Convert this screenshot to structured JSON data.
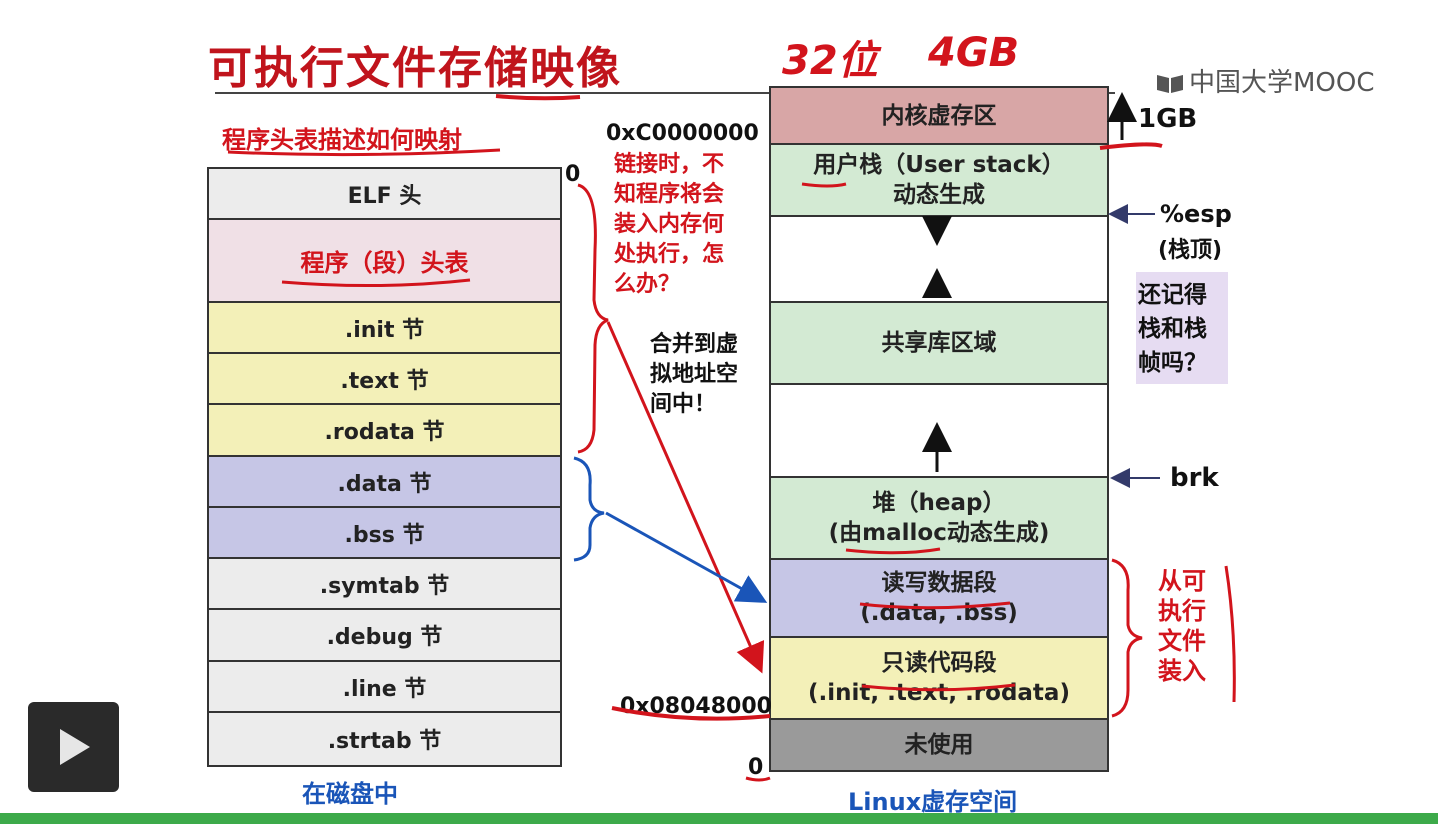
{
  "slide": {
    "title": "可执行文件存储映像",
    "scribble_bits": "32位",
    "scribble_size": "4GB",
    "logo_text": "中国大学MOOC",
    "subtitle_note": "程序头表描述如何映射",
    "disk_caption": "在磁盘中",
    "mem_caption": "Linux虚存空间"
  },
  "elf_sections": [
    {
      "label": "ELF 头",
      "color": "#ececec",
      "height": 51
    },
    {
      "label": "程序（段）头表",
      "color": "#f0e0e6",
      "height": 83,
      "red": true
    },
    {
      "label": ".init 节",
      "color": "#f3f0b8",
      "height": 51
    },
    {
      "label": ".text 节",
      "color": "#f3f0b8",
      "height": 51
    },
    {
      "label": ".rodata 节",
      "color": "#f3f0b8",
      "height": 52
    },
    {
      "label": ".data 节",
      "color": "#c6c6e6",
      "height": 51
    },
    {
      "label": ".bss 节",
      "color": "#c6c6e6",
      "height": 51
    },
    {
      "label": ".symtab 节",
      "color": "#ececec",
      "height": 51
    },
    {
      "label": ".debug 节",
      "color": "#ececec",
      "height": 52
    },
    {
      "label": ".line 节",
      "color": "#ececec",
      "height": 51
    },
    {
      "label": ".strtab 节",
      "color": "#ececec",
      "height": 52
    }
  ],
  "mem_regions": [
    {
      "line1": "内核虚存区",
      "line2": "",
      "color": "#d8a6a6",
      "height": 57
    },
    {
      "line1": "用户栈（User stack）",
      "line2": "动态生成",
      "color": "#d3ead3",
      "height": 72
    },
    {
      "line1": "",
      "line2": "",
      "color": "#ffffff",
      "height": 86
    },
    {
      "line1": "共享库区域",
      "line2": "",
      "color": "#d3ead3",
      "height": 82
    },
    {
      "line1": "",
      "line2": "",
      "color": "#ffffff",
      "height": 93
    },
    {
      "line1": "堆（heap）",
      "line2": "(由malloc动态生成)",
      "color": "#d3ead3",
      "height": 82
    },
    {
      "line1": "读写数据段",
      "line2": "(.data, .bss)",
      "color": "#c6c6e6",
      "height": 78
    },
    {
      "line1": "只读代码段",
      "line2": "(.init, .text, .rodata)",
      "color": "#f3f0b8",
      "height": 82
    },
    {
      "line1": "未使用",
      "line2": "",
      "color": "#9a9a9a",
      "height": 50
    }
  ],
  "labels": {
    "addr_kernel": "0xC0000000",
    "addr_text": "0x08048000",
    "zero_disk": "0",
    "zero_mem": "0",
    "one_gb": "1GB",
    "esp": "%esp",
    "esp_note": "(栈顶)",
    "brk": "brk",
    "link_note": [
      "链接时，不",
      "知程序将会",
      "装入内存何",
      "处执行，怎",
      "么办？"
    ],
    "merge_note": [
      "合并到虚",
      "拟地址空",
      "间中！"
    ],
    "load_note": [
      "从可",
      "执行",
      "文件",
      "装入"
    ],
    "remember_note": [
      "还记得",
      "栈和栈",
      "帧吗？"
    ]
  },
  "colors": {
    "accent_red": "#d2141c",
    "accent_blue": "#1a55b8",
    "progress_green": "#3daa4a"
  }
}
